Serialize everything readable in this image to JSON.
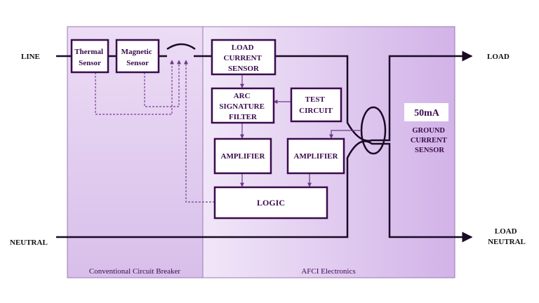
{
  "labels": {
    "line": "LINE",
    "neutral": "NEUTRAL",
    "load": "LOAD",
    "load_neutral": [
      "LOAD",
      "NEUTRAL"
    ]
  },
  "regions": {
    "left": "Conventional Circuit Breaker",
    "right": "AFCI Electronics"
  },
  "blocks": {
    "thermal": [
      "Thermal",
      "Sensor"
    ],
    "magnetic": [
      "Magnetic",
      "Sensor"
    ],
    "load_current": [
      "LOAD",
      "CURRENT",
      "SENSOR"
    ],
    "arc_filter": [
      "ARC",
      "SIGNATURE",
      "FILTER"
    ],
    "test": [
      "TEST",
      "CIRCUIT"
    ],
    "amp1": "AMPLIFIER",
    "amp2": "AMPLIFIER",
    "logic": "LOGIC",
    "gfci_rating": "50mA",
    "gfci": [
      "GROUND",
      "CURRENT",
      "SENSOR"
    ]
  },
  "colors": {
    "left_region": "#e3cff0",
    "right_region": "#dcc3ee",
    "block_border": "#3a0b4d",
    "wire": "#1a0a24"
  }
}
